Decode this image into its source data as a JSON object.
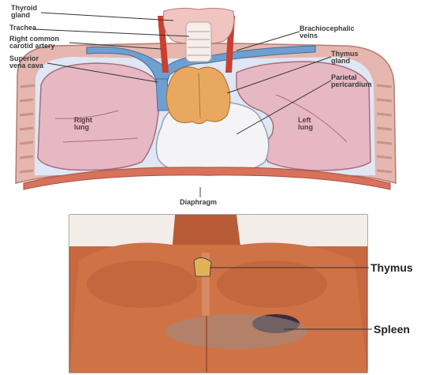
{
  "upper_diagram": {
    "labels": {
      "thyroid_gland": [
        "Thyroid",
        "gland"
      ],
      "trachea": "Trachea",
      "right_common_carotid_artery": [
        "Right common",
        "carotid artery"
      ],
      "superior_vena_cava": [
        "Superior",
        "vena cava"
      ],
      "brachiocephalic_veins": [
        "Brachiocephalic",
        "veins"
      ],
      "thymus_gland": [
        "Thymus",
        "gland"
      ],
      "parietal_pericardium": [
        "Parietal",
        "pericardium"
      ],
      "right_lung": [
        "Right",
        "lung"
      ],
      "left_lung": [
        "Left",
        "lung"
      ],
      "diaphragm": "Diaphragm"
    }
  },
  "lower_photo": {
    "labels": {
      "thymus": "Thymus",
      "spleen": "Spleen"
    }
  },
  "colors": {
    "lung": "#e6b8c4",
    "thymus": "#e9a860",
    "heart": "#f4f4f6",
    "vein": "#6f9fd0",
    "artery": "#c8402f",
    "skin": "#c9683f",
    "ribs": "#d9a9a0"
  }
}
